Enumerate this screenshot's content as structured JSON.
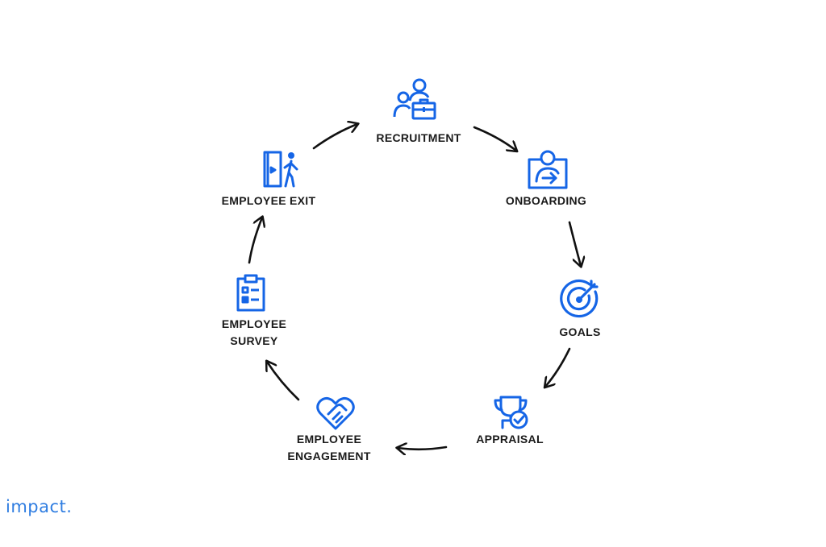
{
  "brand": {
    "text": "impact.",
    "color": "#2f7de1"
  },
  "colors": {
    "icon": "#1565e6",
    "arrow": "#111111",
    "label": "#1a1a1a"
  },
  "stages": [
    {
      "id": "recruitment",
      "lines": [
        "RECRUITMENT"
      ],
      "icon": "people-briefcase-icon"
    },
    {
      "id": "onboarding",
      "lines": [
        "ONBOARDING"
      ],
      "icon": "person-screen-arrow-icon"
    },
    {
      "id": "goals",
      "lines": [
        "GOALS"
      ],
      "icon": "target-icon"
    },
    {
      "id": "appraisal",
      "lines": [
        "APPRAISAL"
      ],
      "icon": "trophy-check-icon"
    },
    {
      "id": "engagement",
      "lines": [
        "EMPLOYEE",
        "ENGAGEMENT"
      ],
      "icon": "heart-handshake-icon"
    },
    {
      "id": "survey",
      "lines": [
        "EMPLOYEE",
        "SURVEY"
      ],
      "icon": "clipboard-list-icon"
    },
    {
      "id": "exit",
      "lines": [
        "EMPLOYEE EXIT"
      ],
      "icon": "door-exit-icon"
    }
  ]
}
